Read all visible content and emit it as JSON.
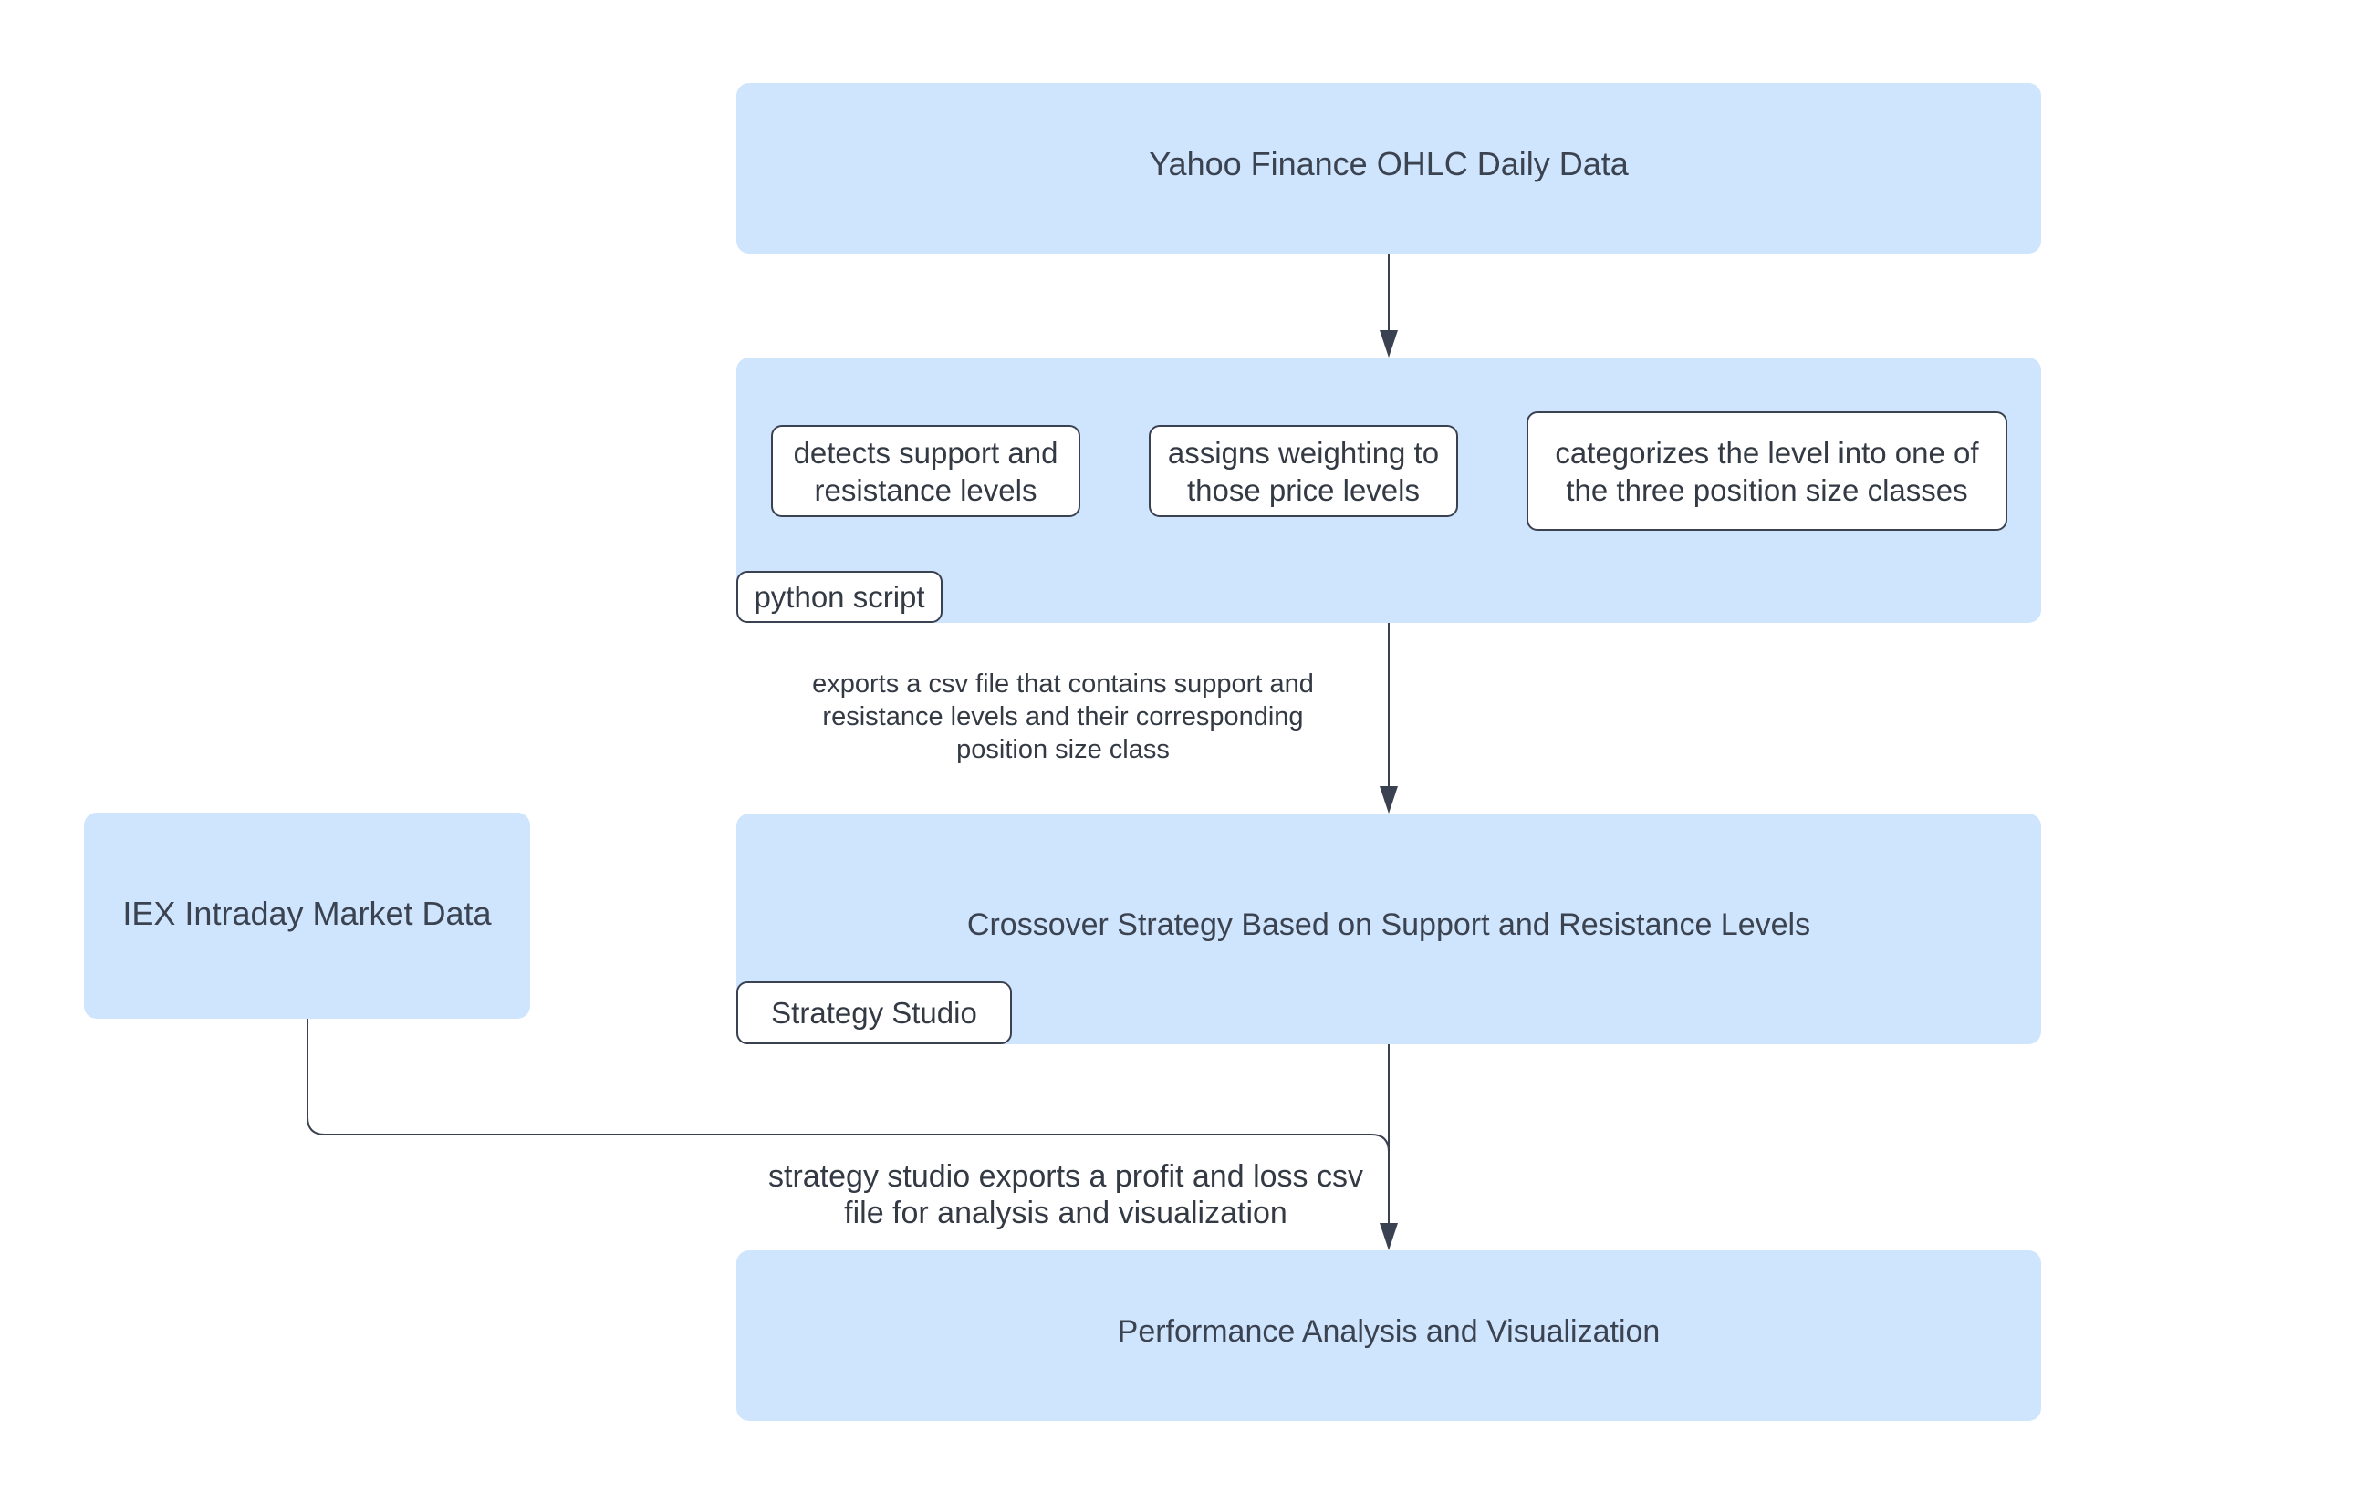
{
  "nodes": {
    "yahoo": {
      "label": "Yahoo Finance OHLC Daily Data"
    },
    "python": {
      "tag": "python script",
      "steps": [
        "detects support and resistance levels",
        "assigns weighting to those price levels",
        "categorizes the level into one of the three position size classes"
      ]
    },
    "iex": {
      "label": "IEX Intraday Market Data"
    },
    "strategy": {
      "label": "Crossover Strategy Based on Support and Resistance Levels",
      "tag": "Strategy Studio"
    },
    "performance": {
      "label": "Performance Analysis and Visualization"
    }
  },
  "edges": {
    "python_to_strategy": "exports a csv file that contains support and resistance levels and their corresponding position size class",
    "strategy_to_performance": "strategy studio exports a profit and loss csv file for analysis and visualization"
  },
  "colors": {
    "panel_fill": "#cfe4fd",
    "stroke": "#3a4150",
    "text": "#333a44"
  }
}
